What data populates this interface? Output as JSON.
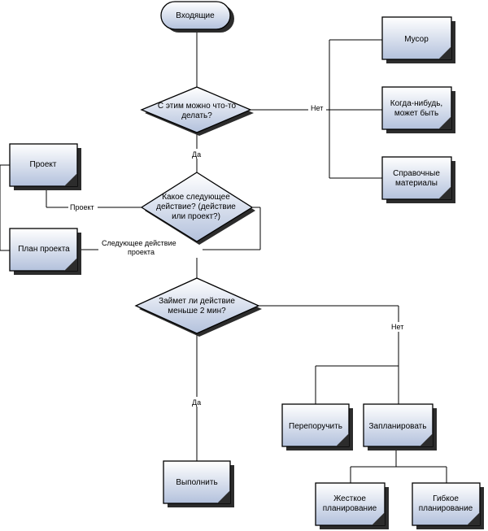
{
  "nodes": {
    "incoming": "Входящие",
    "q_actionable_1": "С этим можно что-то",
    "q_actionable_2": "делать?",
    "trash": "Мусор",
    "someday_1": "Когда-нибудь,",
    "someday_2": "может быть",
    "reference_1": "Справочные",
    "reference_2": "материалы",
    "project": "Проект",
    "q_next_1": "Какое следующее",
    "q_next_2": "действие? (действие",
    "q_next_3": "или проект?)",
    "project_plan": "План проекта",
    "q_time_1": "Займет ли действие",
    "q_time_2": "меньше 2 мин?",
    "delegate": "Перепоручить",
    "schedule": "Запланировать",
    "do_it": "Выполнить",
    "hard_schedule_1": "Жесткое",
    "hard_schedule_2": "планирование",
    "soft_schedule_1": "Гибкое",
    "soft_schedule_2": "планирование"
  },
  "edges": {
    "no_1": "Нет",
    "yes_1": "Да",
    "project_label": "Проект",
    "next_action_1": "Следующее действие",
    "next_action_2": "проекта",
    "no_2": "Нет",
    "yes_2": "Да"
  },
  "colors": {
    "fill_top": "#ffffff",
    "fill_bottom": "#b5c3dd",
    "stroke": "#000000"
  }
}
